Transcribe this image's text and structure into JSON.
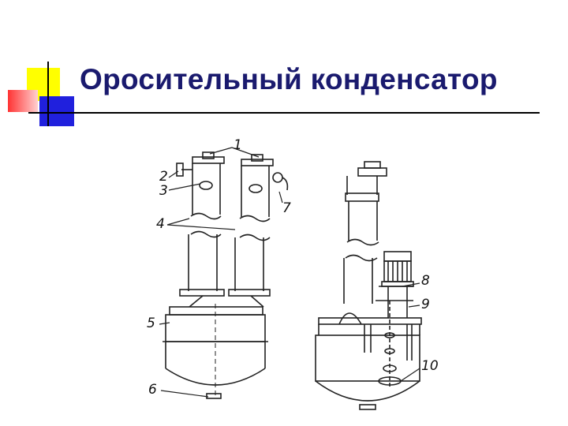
{
  "slide": {
    "title": "Оросительный конденсатор"
  },
  "figure": {
    "labels": [
      "1",
      "2",
      "3",
      "4",
      "7",
      "5",
      "6",
      "8",
      "9",
      "10"
    ]
  }
}
